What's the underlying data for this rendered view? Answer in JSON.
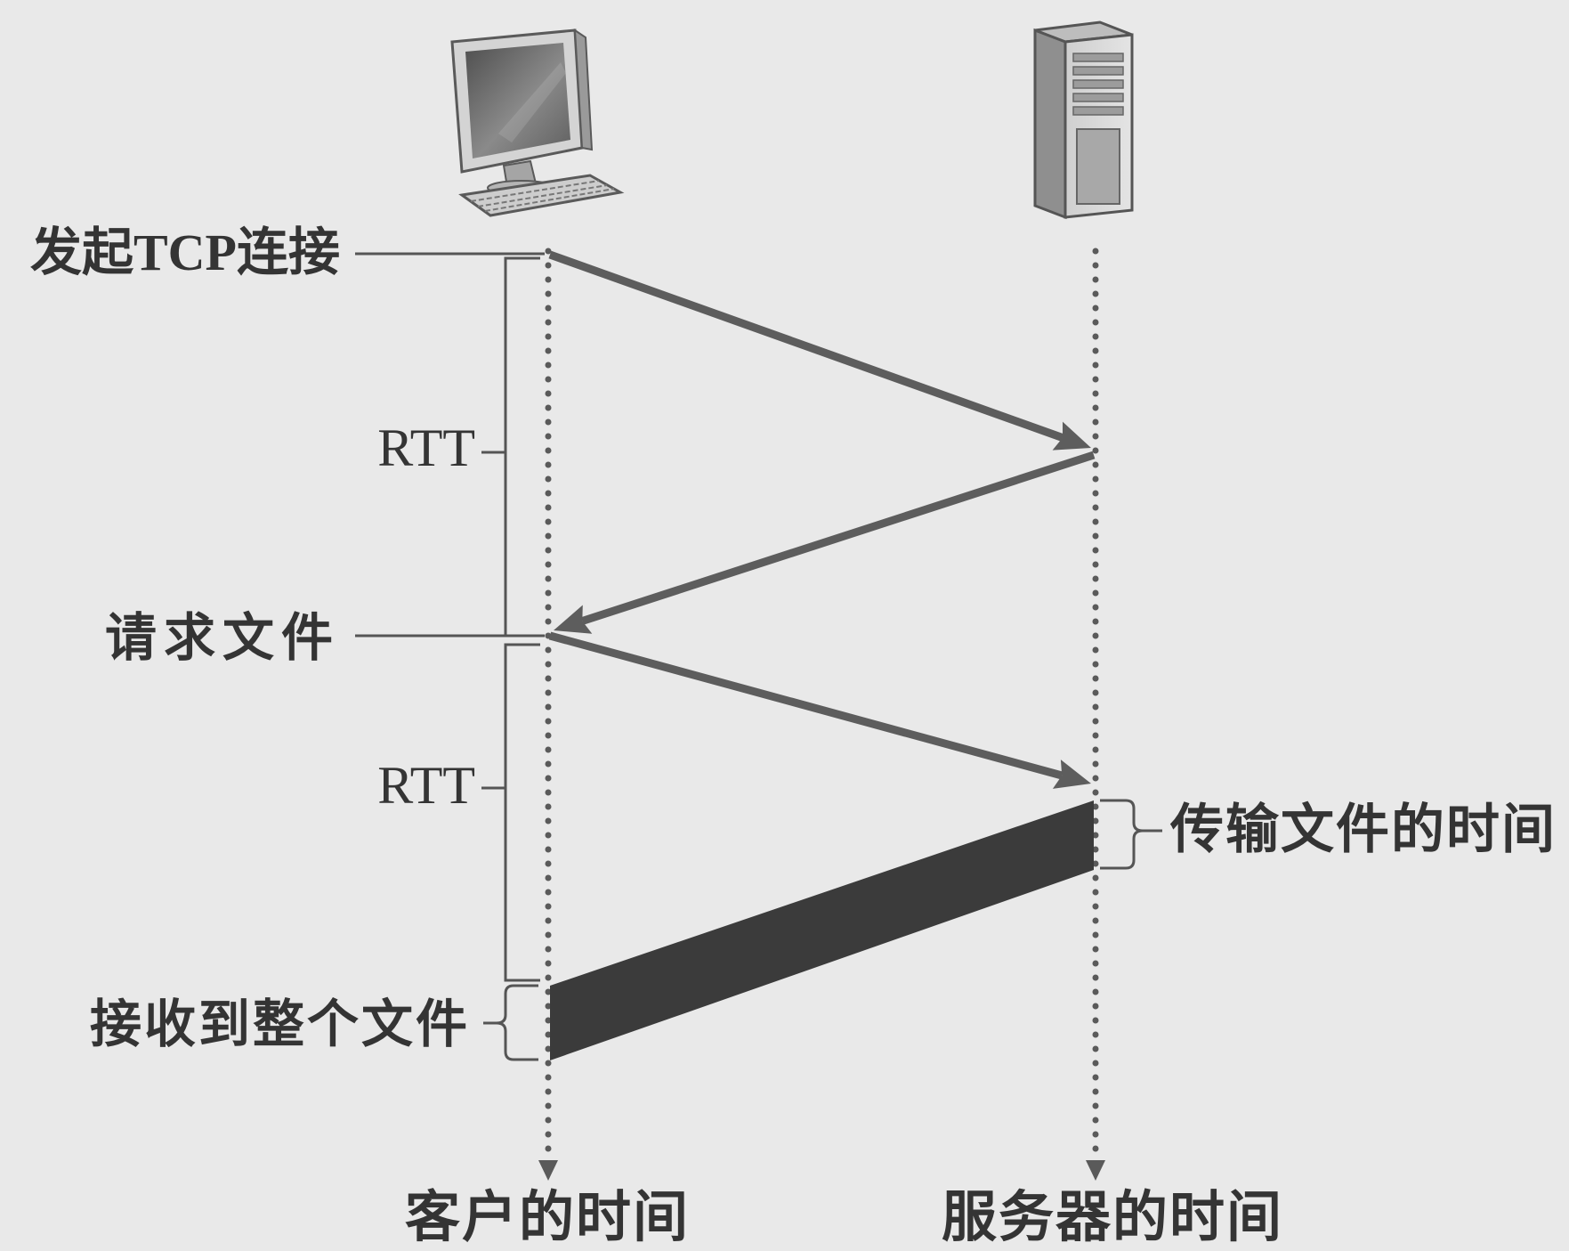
{
  "diagram": {
    "client": {
      "icon": "desktop-computer-icon",
      "time_axis_label": "客户的时间"
    },
    "server": {
      "icon": "server-tower-icon",
      "time_axis_label": "服务器的时间"
    },
    "events": {
      "initiate_tcp_connection": "发起TCP连接",
      "request_file": "请求文件",
      "entire_file_received": "接收到整个文件"
    },
    "intervals": {
      "rtt_connection": "RTT",
      "rtt_request": "RTT",
      "file_transmit_time": "传输文件的时间"
    }
  },
  "colors": {
    "background": "#e9e9e9",
    "timeline": "#5a5a5a",
    "arrow": "#5d5d5d",
    "file_band": "#3b3b3b",
    "text": "#343434",
    "bracket": "#555555"
  }
}
